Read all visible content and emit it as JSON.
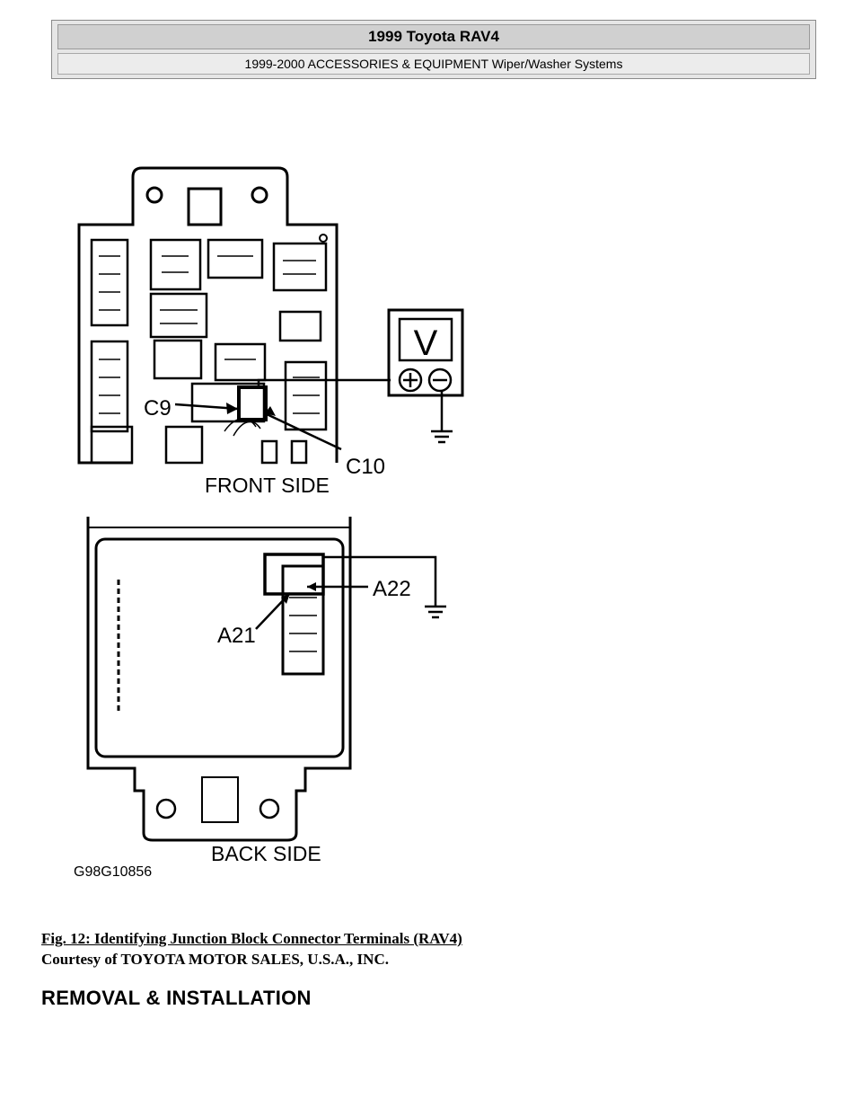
{
  "header": {
    "title": "1999 Toyota RAV4",
    "subtitle": "1999-2000 ACCESSORIES & EQUIPMENT Wiper/Washer Systems"
  },
  "figure": {
    "meter_symbol": "V",
    "label_c9": "C9",
    "label_c10": "C10",
    "front_side": "FRONT SIDE",
    "label_a22": "A22",
    "label_a21": "A21",
    "back_side": "BACK SIDE",
    "figure_id": "G98G10856"
  },
  "caption": "Fig. 12: Identifying Junction Block Connector Terminals (RAV4)",
  "courtesy": "Courtesy of TOYOTA MOTOR SALES, U.S.A., INC.",
  "section_heading": "REMOVAL & INSTALLATION"
}
